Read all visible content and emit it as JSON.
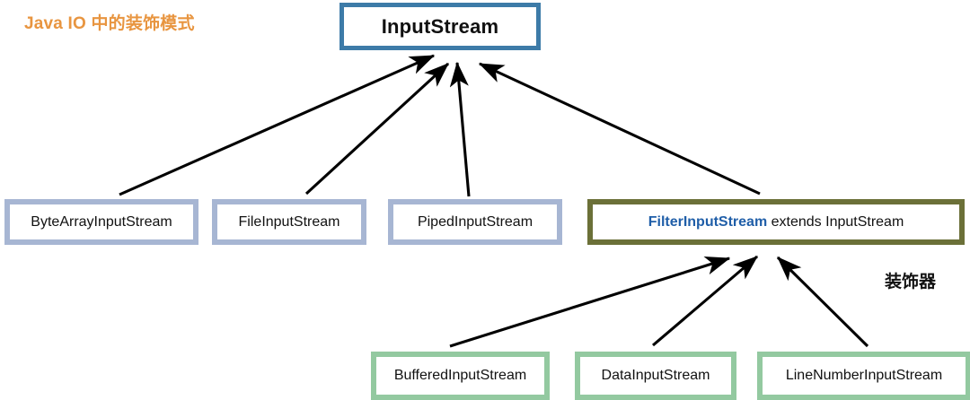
{
  "diagram": {
    "title": "Java IO 中的装饰模式",
    "title_color": "#e89540",
    "annotation": "装饰器",
    "background": "#ffffff"
  },
  "nodes": {
    "root": {
      "label": "InputStream",
      "border_color": "#3d7ba8"
    },
    "subclasses": [
      {
        "label": "ByteArrayInputStream",
        "border_color": "#a7b6d3"
      },
      {
        "label": "FileInputStream",
        "border_color": "#a7b6d3"
      },
      {
        "label": "PipedInputStream",
        "border_color": "#a7b6d3"
      }
    ],
    "decorator_base": {
      "keyword": "FilterInputStream",
      "keyword_color": "#1f5ea8",
      "rest": " extends InputStream",
      "border_color": "#6b7038"
    },
    "decorators": [
      {
        "label": "BufferedInputStream",
        "border_color": "#93c9a0"
      },
      {
        "label": "DataInputStream",
        "border_color": "#93c9a0"
      },
      {
        "label": "LineNumberInputStream",
        "border_color": "#93c9a0"
      }
    ]
  },
  "edges": {
    "color": "#000000",
    "to_root": [
      {
        "from": "ByteArrayInputStream",
        "to": "InputStream"
      },
      {
        "from": "FileInputStream",
        "to": "InputStream"
      },
      {
        "from": "PipedInputStream",
        "to": "InputStream"
      },
      {
        "from": "FilterInputStream",
        "to": "InputStream"
      }
    ],
    "to_decorator_base": [
      {
        "from": "BufferedInputStream",
        "to": "FilterInputStream"
      },
      {
        "from": "DataInputStream",
        "to": "FilterInputStream"
      },
      {
        "from": "LineNumberInputStream",
        "to": "FilterInputStream"
      }
    ]
  }
}
